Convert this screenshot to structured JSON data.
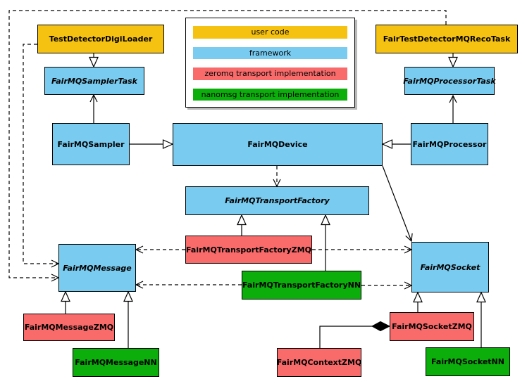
{
  "palette": {
    "user_code": "#F5C211",
    "framework": "#79CBEF",
    "zeromq": "#F96B6B",
    "nanomsg": "#0BAE0B"
  },
  "legend": {
    "items": [
      {
        "label": "user code",
        "color": "#F5C211"
      },
      {
        "label": "framework",
        "color": "#79CBEF"
      },
      {
        "label": "zeromq transport implementation",
        "color": "#F96B6B"
      },
      {
        "label": "nanomsg transport implementation",
        "color": "#0BAE0B"
      }
    ]
  },
  "nodes": {
    "digi_loader": {
      "label": "TestDetectorDigiLoader",
      "category": "user_code",
      "abstract": false
    },
    "reco_task": {
      "label": "FairTestDetectorMQRecoTask",
      "category": "user_code",
      "abstract": false
    },
    "sampler_task": {
      "label": "FairMQSamplerTask",
      "category": "framework",
      "abstract": true
    },
    "processor_task": {
      "label": "FairMQProcessorTask",
      "category": "framework",
      "abstract": true
    },
    "sampler": {
      "label": "FairMQSampler",
      "category": "framework",
      "abstract": false
    },
    "device": {
      "label": "FairMQDevice",
      "category": "framework",
      "abstract": false
    },
    "processor": {
      "label": "FairMQProcessor",
      "category": "framework",
      "abstract": false
    },
    "transport_factory": {
      "label": "FairMQTransportFactory",
      "category": "framework",
      "abstract": true
    },
    "transport_factory_zmq": {
      "label": "FairMQTransportFactoryZMQ",
      "category": "zeromq",
      "abstract": false
    },
    "transport_factory_nn": {
      "label": "FairMQTransportFactoryNN",
      "category": "nanomsg",
      "abstract": false
    },
    "message": {
      "label": "FairMQMessage",
      "category": "framework",
      "abstract": true
    },
    "socket": {
      "label": "FairMQSocket",
      "category": "framework",
      "abstract": true
    },
    "message_zmq": {
      "label": "FairMQMessageZMQ",
      "category": "zeromq",
      "abstract": false
    },
    "message_nn": {
      "label": "FairMQMessageNN",
      "category": "nanomsg",
      "abstract": false
    },
    "socket_zmq": {
      "label": "FairMQSocketZMQ",
      "category": "zeromq",
      "abstract": false
    },
    "socket_nn": {
      "label": "FairMQSocketNN",
      "category": "nanomsg",
      "abstract": false
    },
    "context_zmq": {
      "label": "FairMQContextZMQ",
      "category": "zeromq",
      "abstract": false
    }
  },
  "relations": [
    {
      "from": "TestDetectorDigiLoader",
      "to": "FairMQSamplerTask",
      "type": "inheritance"
    },
    {
      "from": "FairTestDetectorMQRecoTask",
      "to": "FairMQProcessorTask",
      "type": "inheritance"
    },
    {
      "from": "FairMQSampler",
      "to": "FairMQDevice",
      "type": "inheritance"
    },
    {
      "from": "FairMQProcessor",
      "to": "FairMQDevice",
      "type": "inheritance"
    },
    {
      "from": "FairMQTransportFactoryZMQ",
      "to": "FairMQTransportFactory",
      "type": "inheritance"
    },
    {
      "from": "FairMQTransportFactoryNN",
      "to": "FairMQTransportFactory",
      "type": "inheritance"
    },
    {
      "from": "FairMQMessageZMQ",
      "to": "FairMQMessage",
      "type": "inheritance"
    },
    {
      "from": "FairMQMessageNN",
      "to": "FairMQMessage",
      "type": "inheritance"
    },
    {
      "from": "FairMQSocketZMQ",
      "to": "FairMQSocket",
      "type": "inheritance"
    },
    {
      "from": "FairMQSocketNN",
      "to": "FairMQSocket",
      "type": "inheritance"
    },
    {
      "from": "FairMQSampler",
      "to": "FairMQSamplerTask",
      "type": "association"
    },
    {
      "from": "FairMQProcessor",
      "to": "FairMQProcessorTask",
      "type": "association"
    },
    {
      "from": "FairMQDevice",
      "to": "FairMQSocket",
      "type": "association"
    },
    {
      "from": "FairMQDevice",
      "to": "FairMQTransportFactory",
      "type": "dependency"
    },
    {
      "from": "FairMQTransportFactoryZMQ",
      "to": "FairMQMessage",
      "type": "dependency"
    },
    {
      "from": "FairMQTransportFactoryNN",
      "to": "FairMQMessage",
      "type": "dependency"
    },
    {
      "from": "FairMQTransportFactoryZMQ",
      "to": "FairMQSocket",
      "type": "dependency"
    },
    {
      "from": "FairMQTransportFactoryNN",
      "to": "FairMQSocket",
      "type": "dependency"
    },
    {
      "from": "TestDetectorDigiLoader",
      "to": "FairMQMessage",
      "type": "dependency"
    },
    {
      "from": "FairTestDetectorMQRecoTask",
      "to": "FairMQMessage",
      "type": "dependency"
    },
    {
      "from": "FairMQContextZMQ",
      "to": "FairMQSocketZMQ",
      "type": "composition"
    }
  ]
}
